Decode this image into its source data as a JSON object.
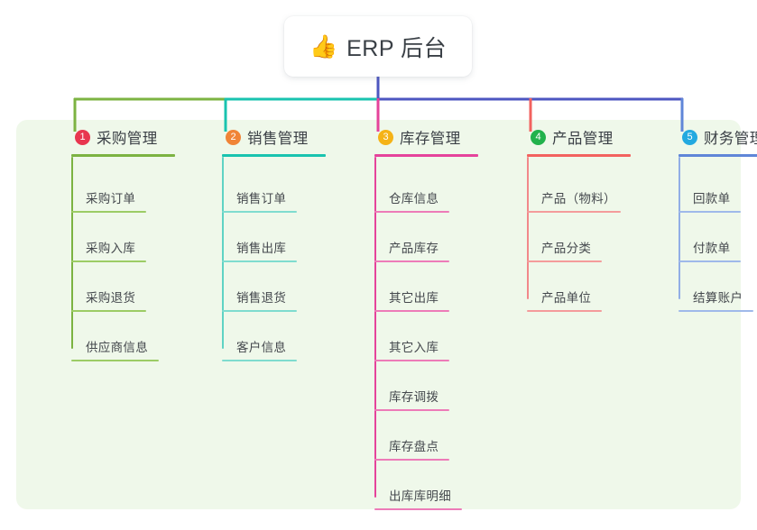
{
  "diagram": {
    "type": "mindmap",
    "root": {
      "icon": "thumbs-up-icon",
      "emoji": "👍",
      "title": "ERP 后台"
    },
    "palette": {
      "panel_bg": "#EFF8EA",
      "page_bg": "#FFFFFF",
      "root_card_bg": "#FFFFFF",
      "trunk": "#4C56C0",
      "branch_left": "#7CB342",
      "branch_mid": "#17C3AE",
      "branch_right": "#4C56C0"
    },
    "branches": [
      {
        "index": "1",
        "badge_number": "1",
        "badge_color": "#E8364F",
        "line_color": "#7CB342",
        "title": "采购管理",
        "items": [
          {
            "label": "采购订单"
          },
          {
            "label": "采购入库"
          },
          {
            "label": "采购退货"
          },
          {
            "label": "供应商信息"
          }
        ]
      },
      {
        "index": "2",
        "badge_number": "2",
        "badge_color": "#F08437",
        "line_color": "#19C3AF",
        "title": "销售管理",
        "items": [
          {
            "label": "销售订单"
          },
          {
            "label": "销售出库"
          },
          {
            "label": "销售退货"
          },
          {
            "label": "客户信息"
          }
        ]
      },
      {
        "index": "3",
        "badge_number": "3",
        "badge_color": "#F5B317",
        "line_color": "#E5439B",
        "title": "库存管理",
        "items": [
          {
            "label": "仓库信息"
          },
          {
            "label": "产品库存"
          },
          {
            "label": "其它出库"
          },
          {
            "label": "其它入库"
          },
          {
            "label": "库存调拨"
          },
          {
            "label": "库存盘点"
          },
          {
            "label": "出库库明细"
          }
        ]
      },
      {
        "index": "4",
        "badge_number": "4",
        "badge_color": "#22B24C",
        "line_color": "#F2625F",
        "title": "产品管理",
        "items": [
          {
            "label": "产品（物料）"
          },
          {
            "label": "产品分类"
          },
          {
            "label": "产品单位"
          }
        ]
      },
      {
        "index": "5",
        "badge_number": "5",
        "badge_color": "#23A9E0",
        "line_color": "#5F86D8",
        "title": "财务管理",
        "items": [
          {
            "label": "回款单"
          },
          {
            "label": "付款单"
          },
          {
            "label": "结算账户"
          }
        ]
      }
    ]
  }
}
